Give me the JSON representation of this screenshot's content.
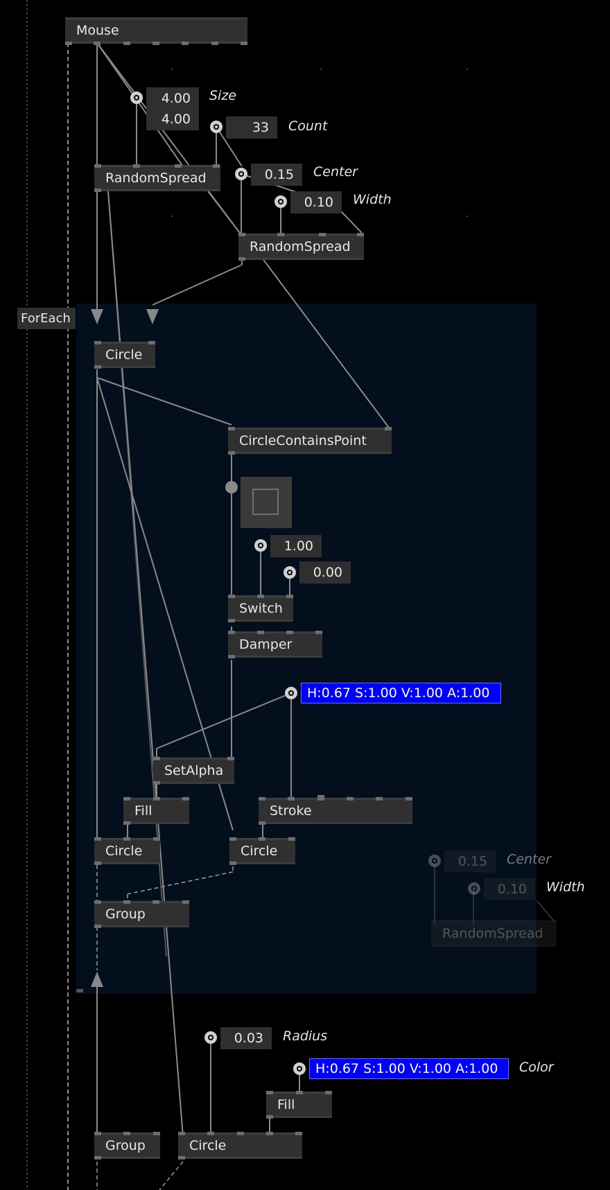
{
  "nodes": {
    "mouse": "Mouse",
    "random_spread_1": "RandomSpread",
    "random_spread_2": "RandomSpread",
    "foreach": "ForEach",
    "circle_loop": "Circle",
    "circle_contains_point": "CircleContainsPoint",
    "switch": "Switch",
    "damper": "Damper",
    "set_alpha": "SetAlpha",
    "fill_loop": "Fill",
    "stroke": "Stroke",
    "circle_fill": "Circle",
    "circle_stroke": "Circle",
    "group_loop": "Group",
    "random_spread_ghost": "RandomSpread",
    "group_bottom": "Group",
    "circle_bottom": "Circle",
    "fill_bottom": "Fill"
  },
  "values": {
    "size_x": "4.00",
    "size_y": "4.00",
    "count": "33",
    "center": "0.15",
    "width": "0.10",
    "switch_a": "1.00",
    "switch_b": "0.00",
    "stroke_color": "H:0.67 S:1.00 V:1.00 A:1.00",
    "ghost_center": "0.15",
    "ghost_width": "0.10",
    "radius": "0.03",
    "fill_color": "H:0.67 S:1.00 V:1.00 A:1.00"
  },
  "labels": {
    "size": "Size",
    "count": "Count",
    "center": "Center",
    "width": "Width",
    "ghost_center": "Center",
    "ghost_width": "Width",
    "radius": "Radius",
    "color": "Color"
  },
  "icons": {
    "knob": "input-knob-icon",
    "toggle": "checkbox-toggle-icon",
    "input_arrow": "triangle-arrow-icon"
  },
  "colors": {
    "background": "#000000",
    "region": "#030f1c",
    "node": "#303030",
    "color_value": "#0000ff",
    "wire": "#9a9a9a"
  }
}
